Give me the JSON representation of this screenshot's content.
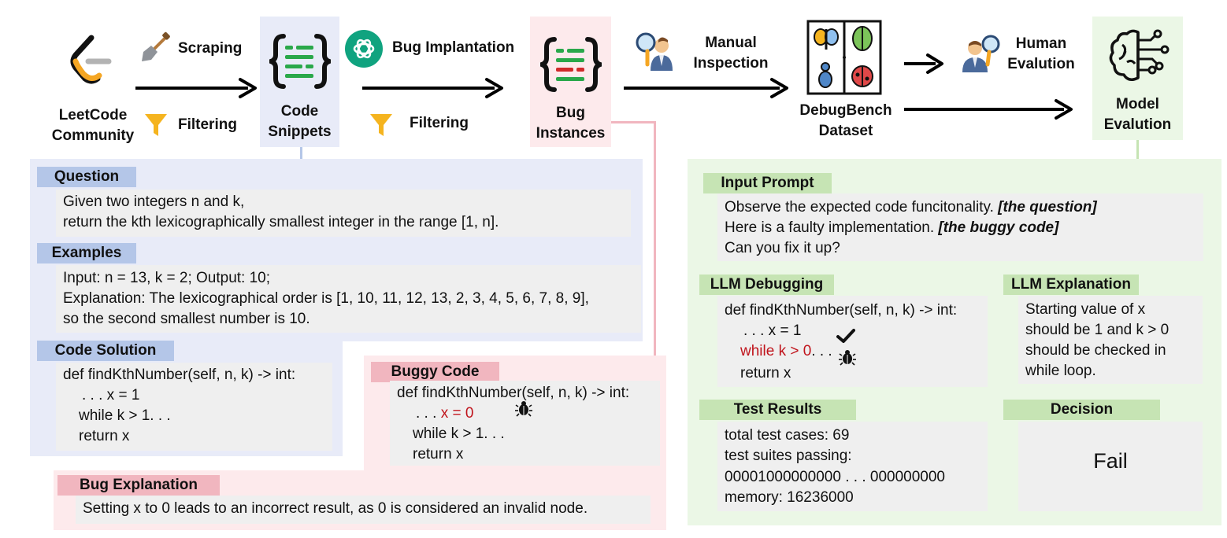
{
  "pipeline": {
    "source_label": [
      "LeetCode",
      "Community"
    ],
    "scraping": "Scraping",
    "filtering_1": "Filtering",
    "code_snippets": [
      "Code",
      "Snippets"
    ],
    "bug_implantation": "Bug Implantation",
    "filtering_2": "Filtering",
    "bug_instances": [
      "Bug",
      "Instances"
    ],
    "manual_inspection": [
      "Manual",
      "Inspection"
    ],
    "dataset": [
      "DebugBench",
      "Dataset"
    ],
    "human_evaluation": [
      "Human",
      "Evalution"
    ],
    "model_evaluation": [
      "Model",
      "Evalution"
    ]
  },
  "left_panel": {
    "question_header": "Question",
    "question_lines": [
      "Given two integers n and k,",
      "return the kth lexicographically smallest integer in the range [1, n]."
    ],
    "examples_header": "Examples",
    "examples_lines": [
      "Input: n = 13, k = 2; Output: 10;",
      "Explanation: The lexicographical order is [1, 10, 11, 12, 13, 2, 3, 4, 5, 6, 7, 8, 9],",
      "so the second smallest number is 10."
    ],
    "solution_header": "Code Solution",
    "solution_lines": [
      "def findKthNumber(self, n, k) -> int:",
      ". . . x = 1",
      "while k > 1. . .",
      "return x"
    ]
  },
  "buggy_panel": {
    "header": "Buggy Code",
    "line1": "def findKthNumber(self, n, k) -> int:",
    "line2_prefix": ". . . ",
    "line2_bug": "x = 0",
    "line3": "while k > 1. . .",
    "line4": "return x"
  },
  "bug_explanation": {
    "header": "Bug Explanation",
    "text": "Setting x to 0 leads to an incorrect result, as 0 is considered an invalid node."
  },
  "right_panel": {
    "input_header": "Input Prompt",
    "input_line1_plain": "Observe the expected code funcitonality. ",
    "input_line1_italic": "[the question]",
    "input_line2_plain": "Here is a faulty implementation. ",
    "input_line2_italic": "[the buggy code]",
    "input_line3": "Can you fix it up?",
    "debug_header": "LLM Debugging",
    "debug_line1": "def findKthNumber(self, n, k) -> int:",
    "debug_line2": ". . . x = 1",
    "debug_line3": "while k > 0",
    "debug_line3_suffix": ". . .",
    "debug_line4": "return x",
    "explain_header": "LLM Explanation",
    "explain_lines": [
      "Starting value of x",
      "should be 1 and k > 0",
      "should be checked in",
      "while loop."
    ],
    "test_header": "Test Results",
    "test_lines": [
      "total test cases: 69",
      "test suites passing:",
      "00001000000000 . . . 000000000",
      "memory: 16236000"
    ],
    "decision_header": "Decision",
    "decision_value": "Fail"
  },
  "colors": {
    "blue_panel": "#e8ebf8",
    "pink_panel": "#fdeaec",
    "green_panel": "#ebf7e6",
    "bug_red": "#c0141c"
  }
}
